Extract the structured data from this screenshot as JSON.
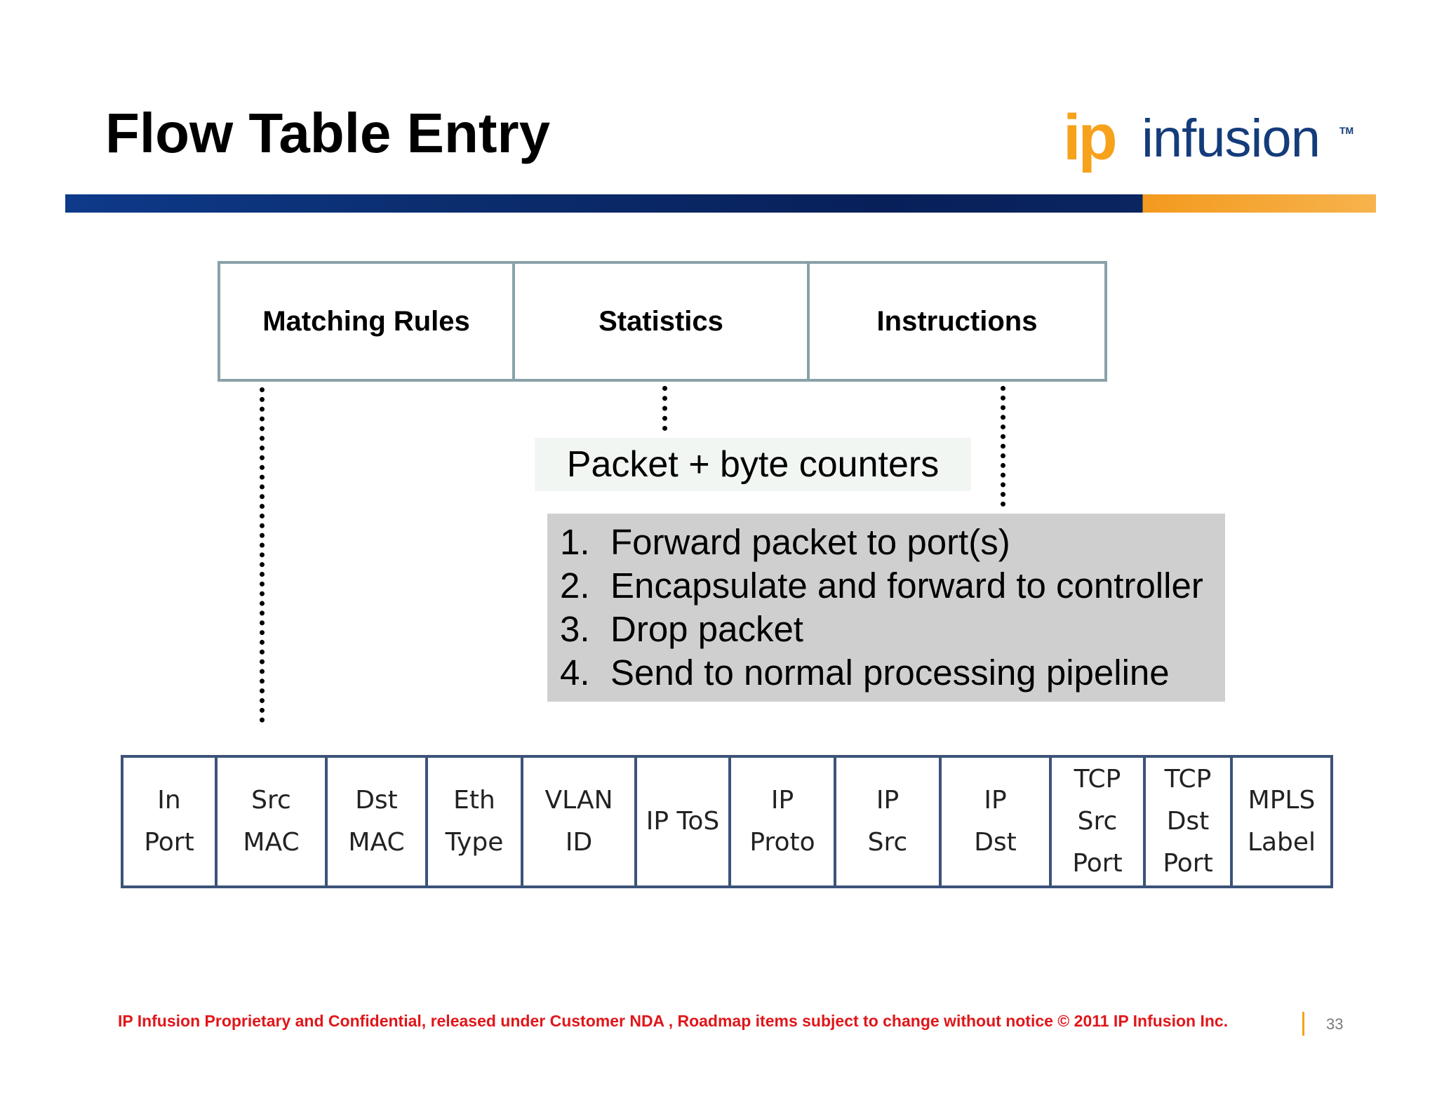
{
  "slide": {
    "title": "Flow Table Entry",
    "logo": {
      "ip": "ip",
      "name": "infusion",
      "tm": "TM"
    }
  },
  "header_boxes": [
    {
      "label": "Matching Rules"
    },
    {
      "label": "Statistics"
    },
    {
      "label": "Instructions"
    }
  ],
  "statistics_detail": "Packet + byte counters",
  "instructions": [
    {
      "num": "1.",
      "text": "Forward packet to port(s)"
    },
    {
      "num": "2.",
      "text": "Encapsulate and forward to controller"
    },
    {
      "num": "3.",
      "text": "Drop packet"
    },
    {
      "num": "4.",
      "text": "Send to normal processing pipeline"
    }
  ],
  "fields": [
    {
      "lines": [
        "In",
        "Port"
      ]
    },
    {
      "lines": [
        "Src",
        "MAC"
      ]
    },
    {
      "lines": [
        "Dst",
        "MAC"
      ]
    },
    {
      "lines": [
        "Eth",
        "Type"
      ]
    },
    {
      "lines": [
        "VLAN",
        "ID"
      ]
    },
    {
      "lines": [
        "IP ToS"
      ]
    },
    {
      "lines": [
        "IP",
        "Proto"
      ]
    },
    {
      "lines": [
        "IP",
        "Src"
      ]
    },
    {
      "lines": [
        "IP",
        "Dst"
      ]
    },
    {
      "lines": [
        "TCP",
        "Src",
        "Port"
      ]
    },
    {
      "lines": [
        "TCP",
        "Dst",
        "Port"
      ]
    },
    {
      "lines": [
        "MPLS",
        "Label"
      ]
    }
  ],
  "footer": {
    "text": "IP Infusion Proprietary and Confidential, released under Customer NDA , Roadmap items subject to change without notice     © 2011 IP Infusion Inc.",
    "page_number": "33"
  },
  "colors": {
    "logo_orange": "#f6a21c",
    "logo_blue": "#143c7a",
    "footer_red": "#e0161a",
    "field_border": "#3c5379",
    "header_border": "#8aa1a8",
    "instructions_bg": "#cfcfcf"
  }
}
